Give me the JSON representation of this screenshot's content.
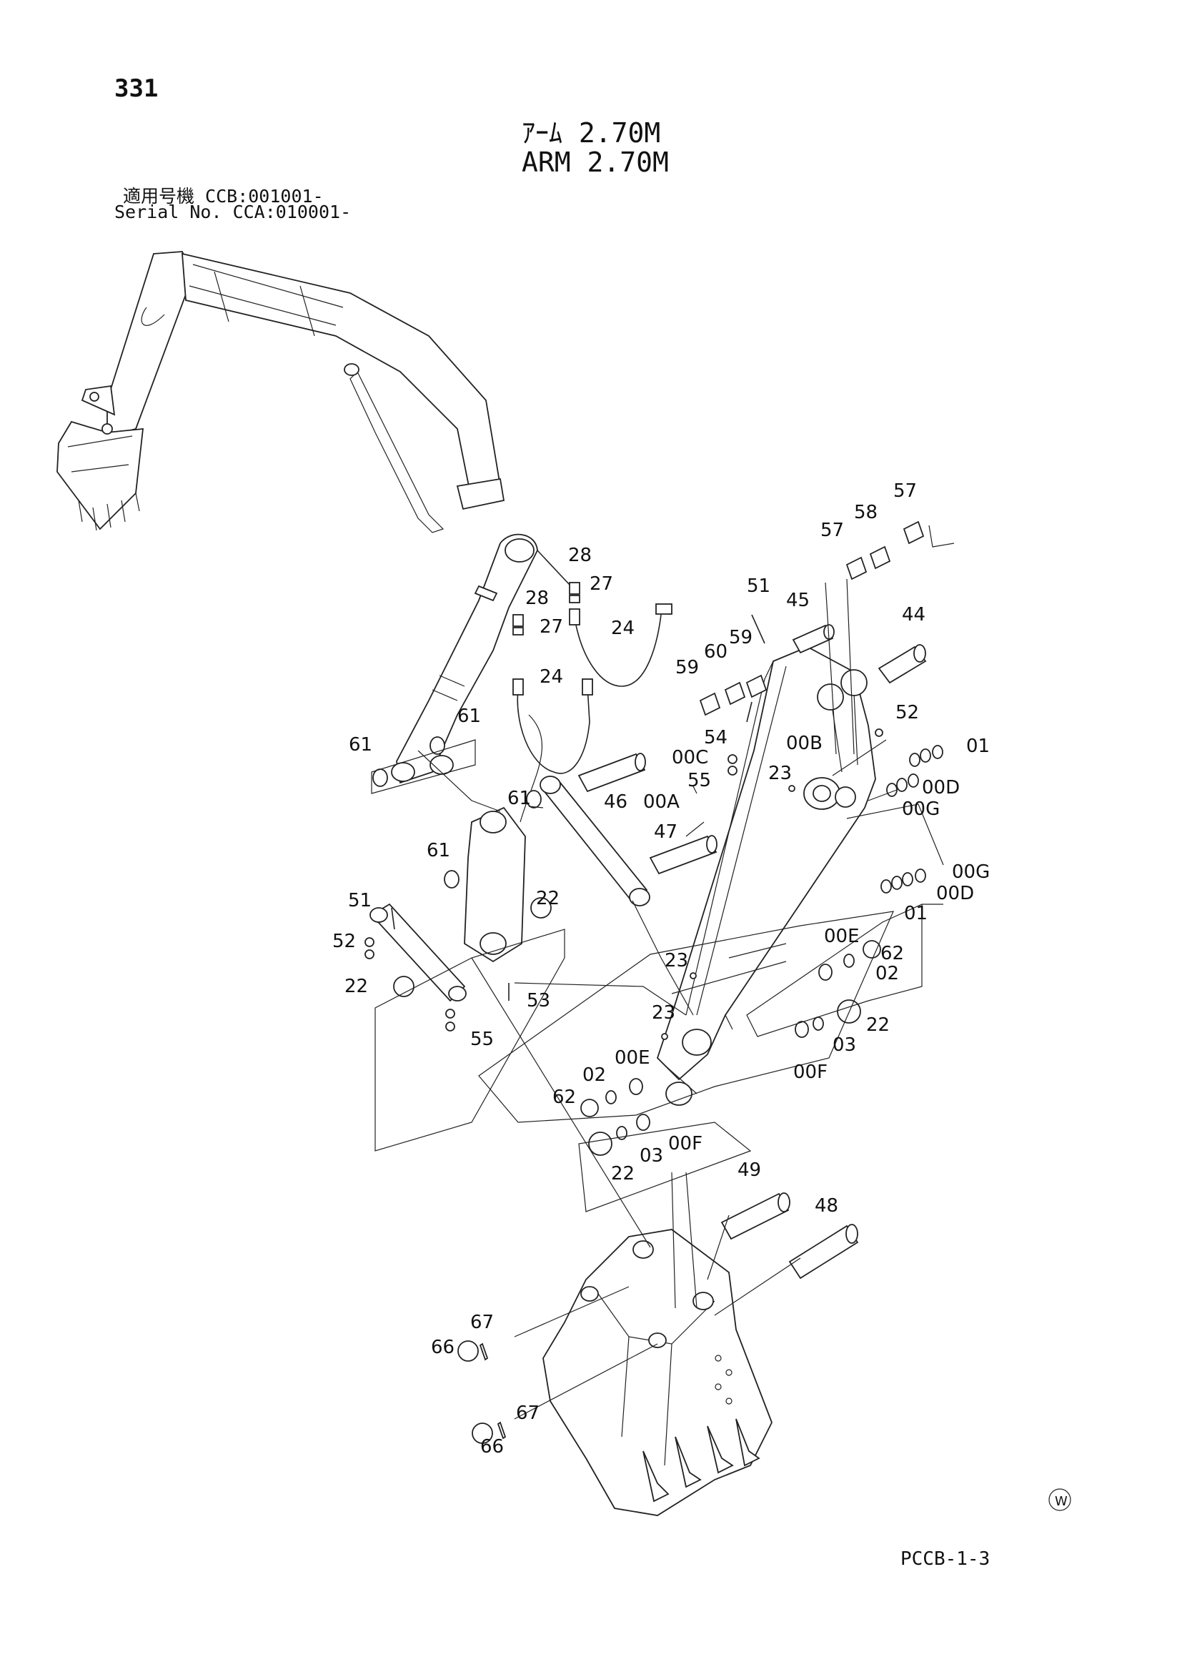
{
  "header": {
    "page_number": "331",
    "title_jp": "ｱｰﾑ 2.70M",
    "title_en": "ARM 2.70M",
    "serial_jp": "適用号機 CCB:001001-",
    "serial_en": "Serial No. CCA:010001-"
  },
  "footer": {
    "doc_code": "PCCB-1-3",
    "mark_symbol": "W"
  },
  "callouts": {
    "c331_00A": "00A",
    "c00B": "00B",
    "c00C": "00C",
    "c00D_1": "00D",
    "c00D_2": "00D",
    "c00E_1": "00E",
    "c00E_2": "00E",
    "c00F_1": "00F",
    "c00F_2": "00F",
    "c00G_1": "00G",
    "c00G_2": "00G",
    "c01_1": "01",
    "c01_2": "01",
    "c02_1": "02",
    "c02_2": "02",
    "c03_1": "03",
    "c03_2": "03",
    "c22_1": "22",
    "c22_2": "22",
    "c22_3": "22",
    "c22_4": "22",
    "c23_1": "23",
    "c23_2": "23",
    "c23_3": "23",
    "c24_1": "24",
    "c24_2": "24",
    "c27_1": "27",
    "c27_2": "27",
    "c28_1": "28",
    "c28_2": "28",
    "c44": "44",
    "c45": "45",
    "c46": "46",
    "c47": "47",
    "c48": "48",
    "c49": "49",
    "c51_1": "51",
    "c51_2": "51",
    "c52_1": "52",
    "c52_2": "52",
    "c53": "53",
    "c54": "54",
    "c55_1": "55",
    "c55_2": "55",
    "c57_1": "57",
    "c57_2": "57",
    "c58": "58",
    "c59_1": "59",
    "c59_2": "59",
    "c60": "60",
    "c61_1": "61",
    "c61_2": "61",
    "c61_3": "61",
    "c61_4": "61",
    "c62_1": "62",
    "c62_2": "62",
    "c66_1": "66",
    "c66_2": "66",
    "c67_1": "67",
    "c67_2": "67"
  }
}
